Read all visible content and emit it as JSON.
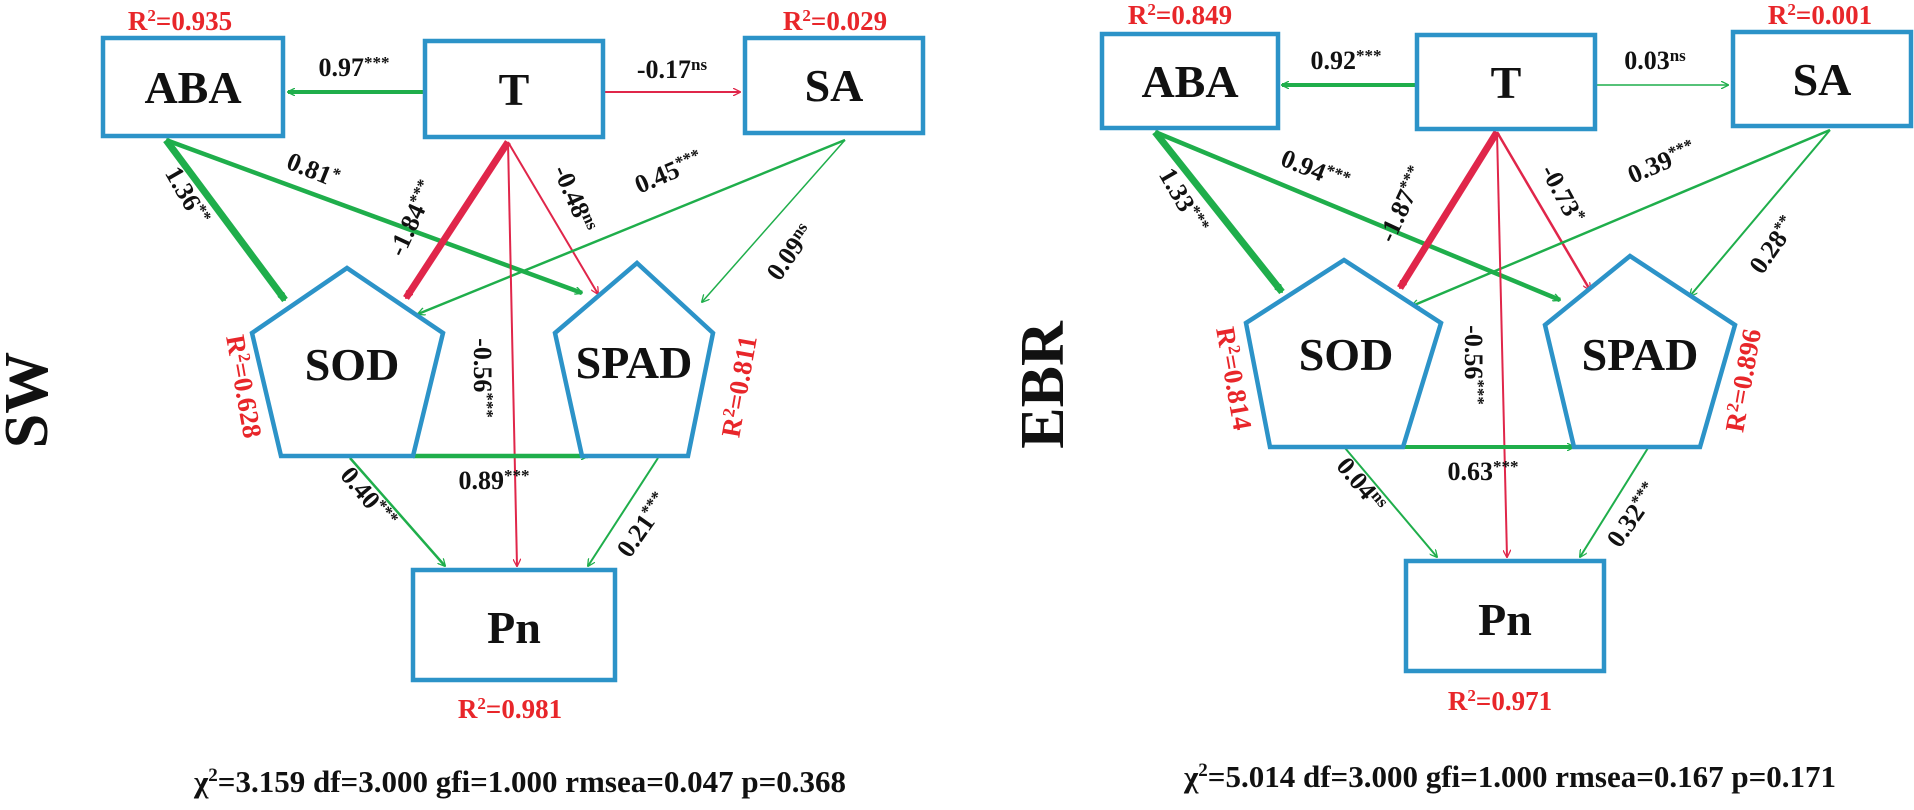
{
  "colors": {
    "box_border": "#2c93c8",
    "positive_path": "#1fae4b",
    "negative_path": "#e0264a",
    "r2_text": "#e8262a",
    "text": "#111111"
  },
  "panels": [
    {
      "label": "SW",
      "nodes": {
        "T": "T",
        "ABA": "ABA",
        "SA": "SA",
        "SOD": "SOD",
        "SPAD": "SPAD",
        "Pn": "Pn"
      },
      "r2": {
        "ABA": "0.935",
        "SA": "0.029",
        "SOD": "0.628",
        "SPAD": "0.811",
        "Pn": "0.981"
      },
      "paths": {
        "T_ABA": {
          "value": "0.97",
          "sig": "***"
        },
        "T_SA": {
          "value": "-0.17",
          "sig": "ns"
        },
        "ABA_SOD": {
          "value": "1.36",
          "sig": "**"
        },
        "ABA_SPAD": {
          "value": "0.81",
          "sig": "*"
        },
        "T_SOD": {
          "value": "-1.84",
          "sig": "***"
        },
        "T_SPAD": {
          "value": "-0.48",
          "sig": "ns"
        },
        "SA_SOD": {
          "value": "0.45",
          "sig": "***"
        },
        "SA_SPAD": {
          "value": "0.09",
          "sig": "ns"
        },
        "T_Pn": {
          "value": "-0.56",
          "sig": "***"
        },
        "SOD_SPAD": {
          "value": "0.89",
          "sig": "***"
        },
        "SOD_Pn": {
          "value": "0.40",
          "sig": "***"
        },
        "SPAD_Pn": {
          "value": "0.21",
          "sig": "***"
        }
      },
      "fit": {
        "chi2": "3.159",
        "df": "3.000",
        "gfi": "1.000",
        "rmsea": "0.047",
        "p": "0.368"
      }
    },
    {
      "label": "EBR",
      "nodes": {
        "T": "T",
        "ABA": "ABA",
        "SA": "SA",
        "SOD": "SOD",
        "SPAD": "SPAD",
        "Pn": "Pn"
      },
      "r2": {
        "ABA": "0.849",
        "SA": "0.001",
        "SOD": "0.814",
        "SPAD": "0.896",
        "Pn": "0.971"
      },
      "paths": {
        "T_ABA": {
          "value": "0.92",
          "sig": "***"
        },
        "T_SA": {
          "value": "0.03",
          "sig": "ns"
        },
        "ABA_SOD": {
          "value": "1.33",
          "sig": "***"
        },
        "ABA_SPAD": {
          "value": "0.94",
          "sig": "***"
        },
        "T_SOD": {
          "value": "-1.87",
          "sig": "***"
        },
        "T_SPAD": {
          "value": "-0.73",
          "sig": "*"
        },
        "SA_SOD": {
          "value": "0.39",
          "sig": "***"
        },
        "SA_SPAD": {
          "value": "0.28",
          "sig": "**"
        },
        "T_Pn": {
          "value": "-0.56",
          "sig": "***"
        },
        "SOD_SPAD": {
          "value": "0.63",
          "sig": "***"
        },
        "SOD_Pn": {
          "value": "0.04",
          "sig": "ns"
        },
        "SPAD_Pn": {
          "value": "0.32",
          "sig": "***"
        }
      },
      "fit": {
        "chi2": "5.014",
        "df": "3.000",
        "gfi": "1.000",
        "rmsea": "0.167",
        "p": "0.171"
      }
    }
  ]
}
